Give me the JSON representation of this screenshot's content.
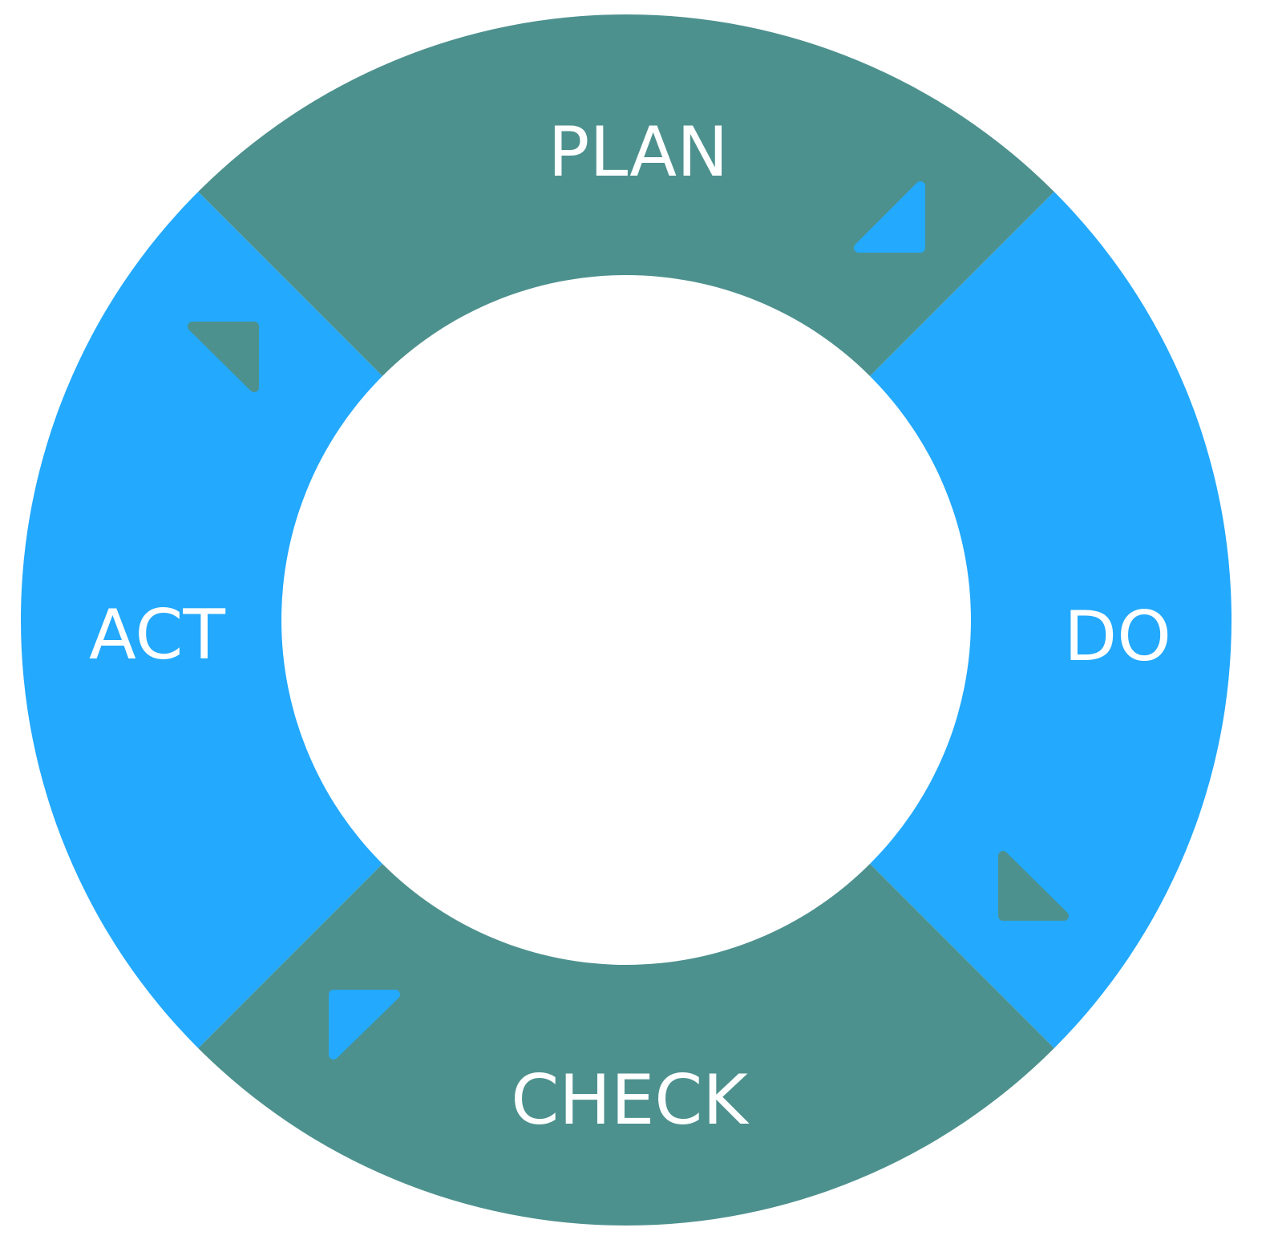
{
  "colors": {
    "teal": "#4D918E",
    "blue": "#23A9FD",
    "label": "#FFFFFF",
    "background": "#FFFFFF"
  },
  "segments": [
    {
      "id": "plan",
      "label": "PLAN",
      "color": "#4D918E",
      "arrow_color": "#23A9FD",
      "icon": "triangle-arrow-icon"
    },
    {
      "id": "do",
      "label": "DO",
      "color": "#23A9FD",
      "arrow_color": "#4D918E",
      "icon": "triangle-arrow-icon"
    },
    {
      "id": "check",
      "label": "CHECK",
      "color": "#4D918E",
      "arrow_color": "#23A9FD",
      "icon": "triangle-arrow-icon"
    },
    {
      "id": "act",
      "label": "ACT",
      "color": "#23A9FD",
      "arrow_color": "#4D918E",
      "icon": "triangle-arrow-icon"
    }
  ]
}
